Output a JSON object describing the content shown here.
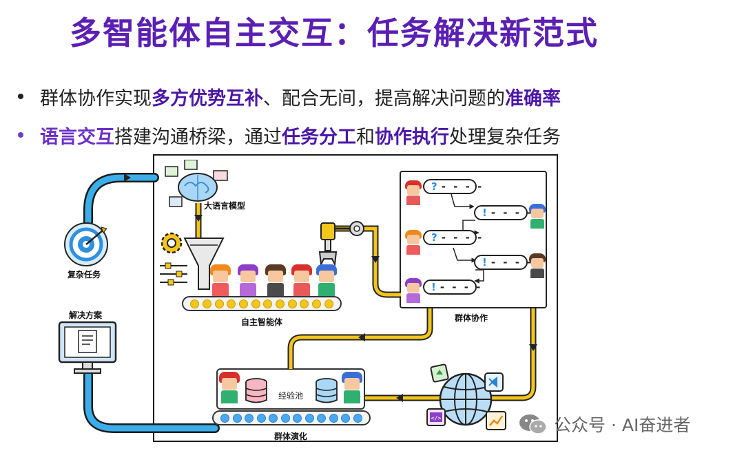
{
  "title": "多智能体自主交互：任务解决新范式",
  "bullets": [
    {
      "parts": [
        {
          "text": "群体协作实现",
          "hl": false
        },
        {
          "text": "多方优势互补",
          "hl": true
        },
        {
          "text": "、配合无间，提高解决问题的",
          "hl": false
        },
        {
          "text": "准确率",
          "hl": true
        }
      ]
    },
    {
      "parts": [
        {
          "text": "语言交互",
          "hl": true
        },
        {
          "text": "搭建沟通桥梁，通过",
          "hl": false
        },
        {
          "text": "任务分工",
          "hl": true
        },
        {
          "text": "和",
          "hl": false
        },
        {
          "text": "协作执行",
          "hl": true
        },
        {
          "text": "处理复杂任务",
          "hl": false
        }
      ]
    }
  ],
  "diagram": {
    "labels": {
      "llm": "大语言模型",
      "complex_task": "复杂任务",
      "solution": "解决方案",
      "autonomous_agents": "自主智能体",
      "group_collab": "群体协作",
      "experience_pool": "经验池",
      "group_evolution": "群体演化"
    },
    "bubbles": [
      {
        "mark": "?",
        "text": "- - - -"
      },
      {
        "mark": "!",
        "text": "- - - -"
      },
      {
        "mark": "?",
        "text": "- - - -"
      },
      {
        "mark": "!",
        "text": "- - - -"
      },
      {
        "mark": "!",
        "text": "- - - -"
      }
    ]
  },
  "watermark": "公众号 · AI奋进者",
  "colors": {
    "title": "#5b1fb3",
    "highlight": "#4b17a8",
    "pipe_blue": "#3aaeea",
    "pipe_yellow": "#f4c51a",
    "arrow": "#222222"
  },
  "icons": [
    "brain-icon",
    "target-icon",
    "monitor-icon",
    "gear-icon",
    "funnel-icon",
    "robot-arm-icon",
    "database-icon",
    "globe-icon",
    "vscode-icon",
    "code-icon",
    "chart-icon",
    "wechat-icon"
  ]
}
